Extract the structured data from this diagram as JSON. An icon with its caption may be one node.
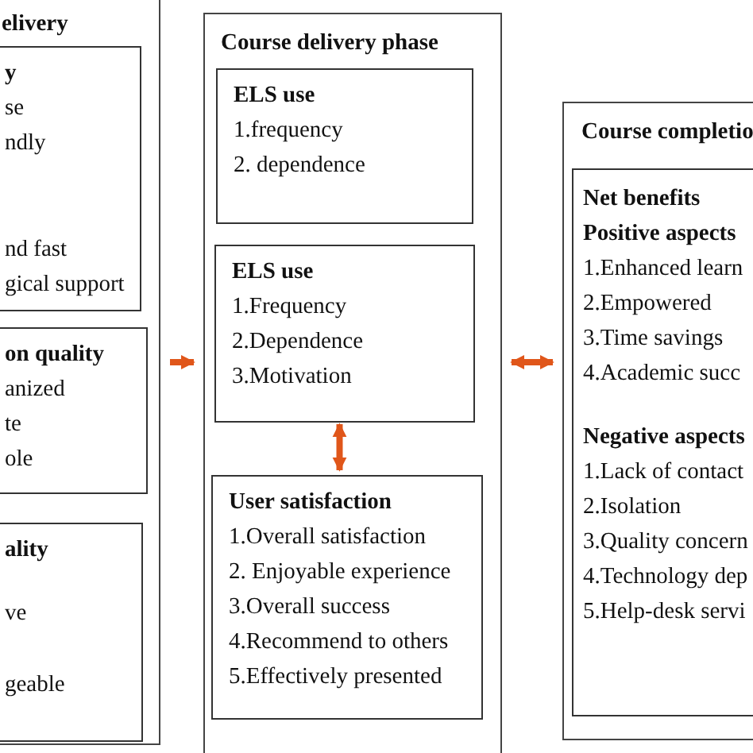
{
  "diagram": {
    "nodes": [
      {
        "text": [
          "elivery"
        ]
      },
      {
        "text": [
          "y",
          "se",
          "ndly",
          "nd fast",
          "gical support"
        ],
        "in": 0
      },
      {
        "text": [
          "on quality",
          "anized",
          "te",
          "ole"
        ],
        "in": 0
      },
      {
        "text": [
          "ality",
          "ve",
          "geable"
        ],
        "in": 0
      },
      {
        "text": [
          "Course delivery phase"
        ]
      },
      {
        "text": [
          "ELS use",
          "1.frequency",
          "2. dependence"
        ],
        "in": 4
      },
      {
        "text": [
          "ELS use",
          "1.Frequency",
          "2.Dependence",
          "3.Motivation"
        ],
        "in": 4
      },
      {
        "text": [
          "User satisfaction",
          "1.Overall satisfaction",
          "2. Enjoyable experience",
          "3.Overall success",
          "4.Recommend to others",
          "5.Effectively presented"
        ],
        "in": 4
      },
      {
        "text": [
          "Course completio"
        ]
      },
      {
        "text": [
          "Net benefits",
          "Positive aspects",
          "1.Enhanced learn",
          "2.Empowered",
          "3.Time savings",
          "4.Academic succ",
          "Negative aspects",
          "1.Lack of contact",
          "2.Isolation",
          "3.Quality concern",
          "4.Technology dep",
          "5.Help-desk servi"
        ],
        "in": 8
      }
    ],
    "edges": [
      {
        "from": 0,
        "to": 4,
        "arrow": "to"
      },
      {
        "from": 6,
        "to": 7,
        "arrow": "both"
      },
      {
        "from": 4,
        "to": 8,
        "arrow": "both"
      }
    ]
  }
}
